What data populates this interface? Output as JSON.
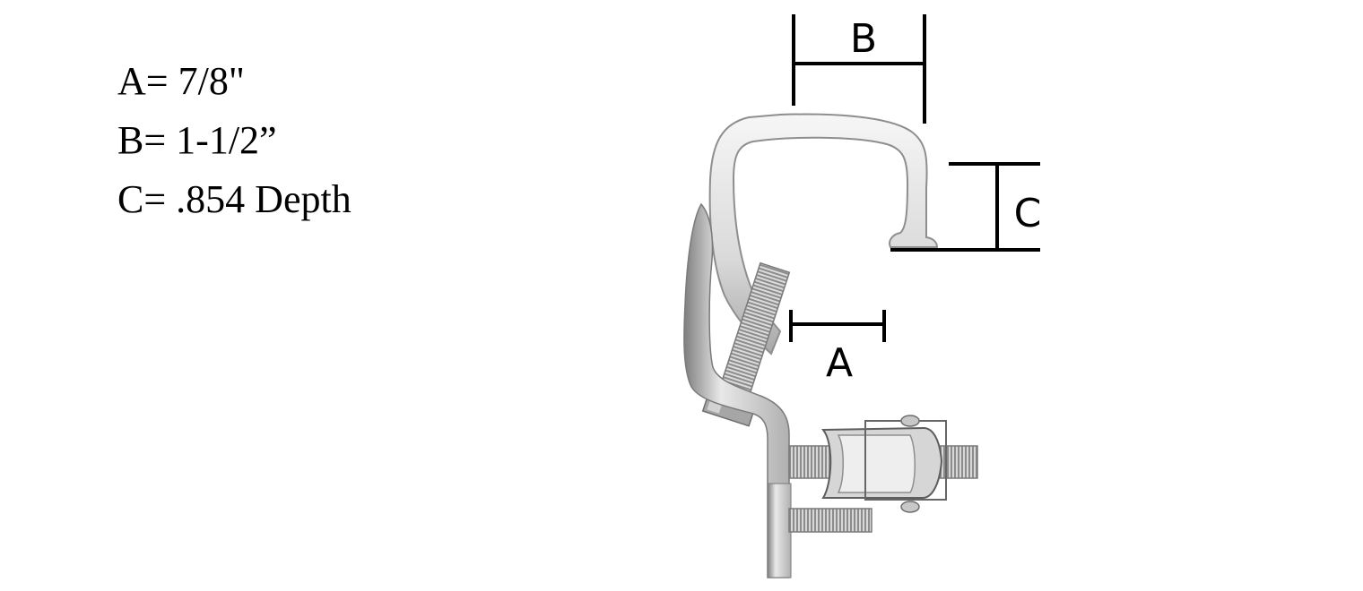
{
  "dimensions": {
    "a_spec": "A= 7/8\"",
    "b_spec": "B= 1-1/2”",
    "c_spec": "C= .854 Depth"
  },
  "callouts": {
    "a": "A",
    "b": "B",
    "c": "C"
  },
  "colors": {
    "metal_light": "#f2f2f2",
    "metal_mid": "#d4d4d4",
    "metal_dark": "#9a9a9a",
    "outline": "#8a8a8a",
    "dimension_line": "#000000"
  }
}
